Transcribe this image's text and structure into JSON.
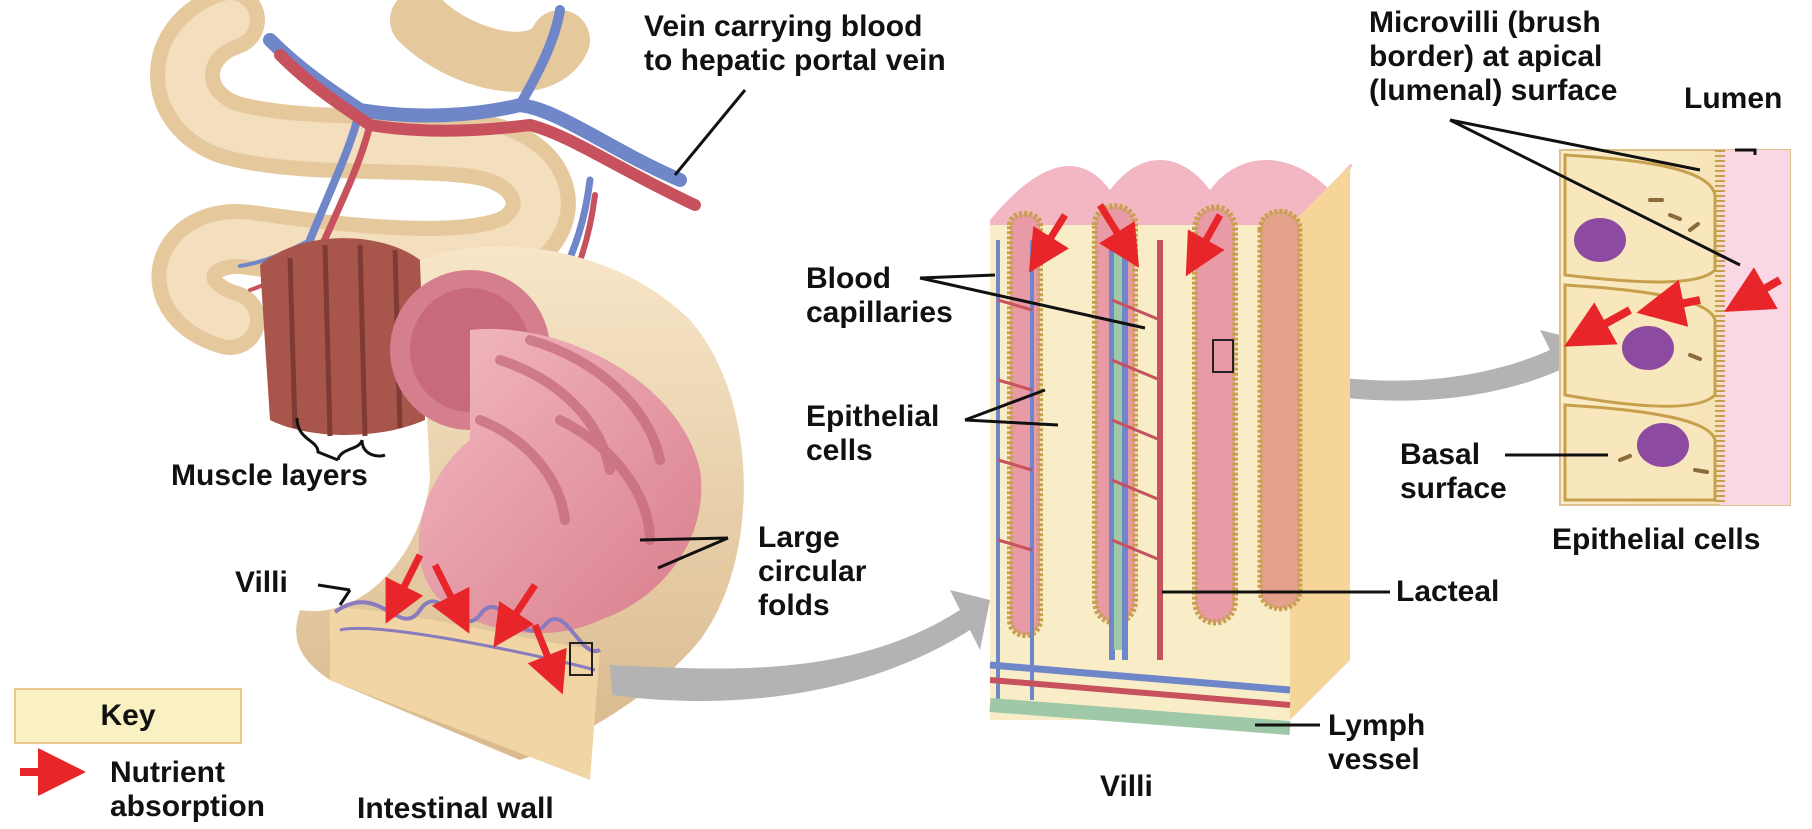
{
  "diagram": {
    "labels": {
      "vein": "Vein carrying blood\nto hepatic portal vein",
      "microvilli": "Microvilli (brush\nborder) at apical\n(lumenal) surface",
      "lumen": "Lumen",
      "blood_capillaries": "Blood\ncapillaries",
      "epithelial_cells_mid": "Epithelial\ncells",
      "basal_surface": "Basal\nsurface",
      "epithelial_cells_caption": "Epithelial cells",
      "muscle_layers": "Muscle layers",
      "villi_left": "Villi",
      "large_circular_folds": "Large\ncircular\nfolds",
      "lacteal": "Lacteal",
      "lymph_vessel": "Lymph\nvessel",
      "villi_caption": "Villi",
      "intestinal_wall": "Intestinal wall"
    },
    "key": {
      "title": "Key",
      "item": "Nutrient\nabsorption",
      "arrow_color": "#e8262a"
    },
    "colors": {
      "artery": "#c8515e",
      "vein": "#6f86c9",
      "lymph": "#9ec8a8",
      "mucosa": "#e89aa6",
      "tissue": "#f7e3b8",
      "intestine": "#ecd2aa",
      "muscle": "#a8554c",
      "process_arrow": "#b3b3b3"
    }
  }
}
